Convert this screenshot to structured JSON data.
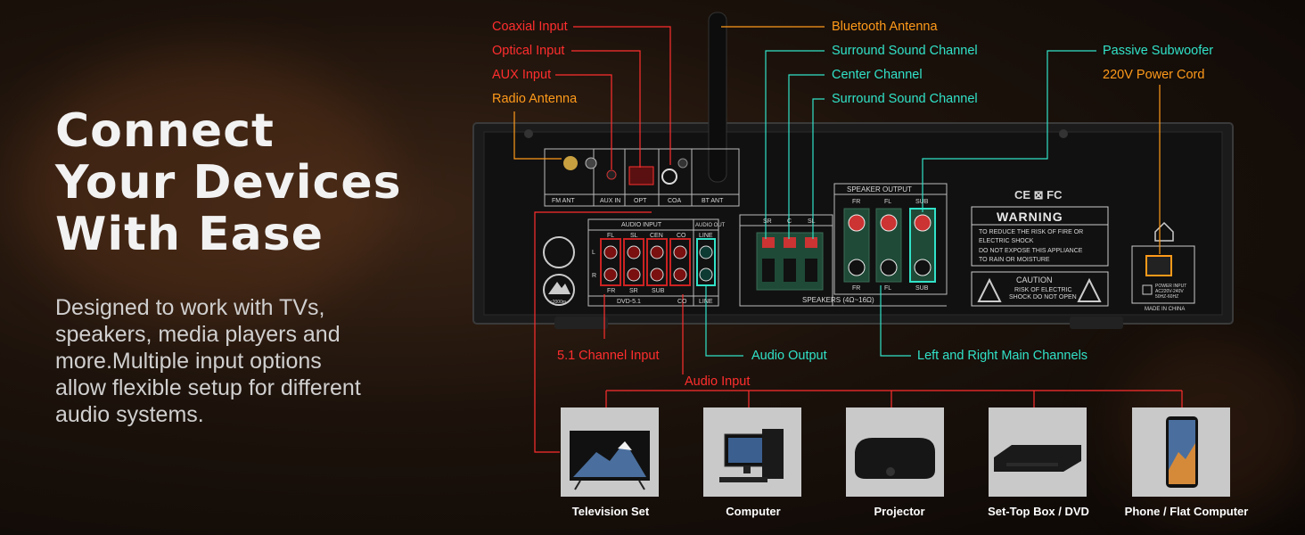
{
  "headline": {
    "line1": "Connect",
    "line2": "Your Devices",
    "line3": "With Ease"
  },
  "description": "Designed to work with TVs, speakers, media players and more.Multiple input options allow flexible setup for different audio systems.",
  "callouts": {
    "coaxial_input": "Coaxial Input",
    "optical_input": "Optical Input",
    "aux_input": "AUX Input",
    "radio_antenna": "Radio Antenna",
    "bluetooth_antenna": "Bluetooth Antenna",
    "surround_sound_channel_top": "Surround Sound Channel",
    "center_channel": "Center Channel",
    "surround_sound_channel_bottom": "Surround Sound Channel",
    "passive_subwoofer": "Passive Subwoofer",
    "power_cord": "220V Power Cord",
    "channel_51_input": "5.1 Channel Input",
    "audio_output": "Audio Output",
    "left_right_main": "Left and Right Main Channels",
    "audio_input": "Audio Input"
  },
  "panel": {
    "fm_ant": "FM ANT",
    "aux_in": "AUX IN",
    "opt": "OPT",
    "coa": "COA",
    "bt_ant": "BT ANT",
    "audio_input": "AUDIO INPUT",
    "audio_out": "AUDIO OUT",
    "fl": "FL",
    "sl": "SL",
    "cen": "CEN",
    "co": "CO",
    "line": "LINE",
    "fr": "FR",
    "sr": "SR",
    "sub": "SUB",
    "l": "L",
    "r": "R",
    "dvd51": "DVD-5.1",
    "co2": "CO",
    "line2": "LINE",
    "sr_s": "SR",
    "c_s": "C",
    "sl_s": "SL",
    "speaker_output": "SPEAKER OUTPUT",
    "so_fr": "FR",
    "so_fl": "FL",
    "so_sub": "SUB",
    "so_fr2": "FR",
    "so_fl2": "FL",
    "so_sub2": "SUB",
    "speakers": "SPEAKERS (4Ω~16Ω)",
    "ce_fc": "CE ⊠ FC",
    "warning": "WARNING",
    "warning_l1": "TO REDUCE THE RISK OF FIRE OR",
    "warning_l2": "ELECTRIC SHOCK",
    "warning_l3": "DO NOT EXPOSE THIS APPLIANCE",
    "warning_l4": "TO RAIN OR MOISTURE",
    "caution": "CAUTION",
    "caution_l1": "RISK OF ELECTRIC",
    "caution_l2": "SHOCK DO NOT OPEN",
    "power_l1": "POWER INPUT",
    "power_l2": "AC220V-240V",
    "power_l3": "50HZ-60HZ",
    "made_in": "MADE IN CHINA",
    "altitude": "≤2000m"
  },
  "devices": [
    {
      "name": "Television Set",
      "icon": "tv-icon"
    },
    {
      "name": "Computer",
      "icon": "desktop-computer-icon"
    },
    {
      "name": "Projector",
      "icon": "projector-icon"
    },
    {
      "name": "Set-Top Box / DVD",
      "icon": "set-top-box-icon"
    },
    {
      "name": "Phone / Flat Computer",
      "icon": "smartphone-icon"
    }
  ],
  "colors": {
    "red": "#ff2e2e",
    "orange": "#ff9a1a",
    "teal": "#31e2c8",
    "panel": "#141414"
  }
}
